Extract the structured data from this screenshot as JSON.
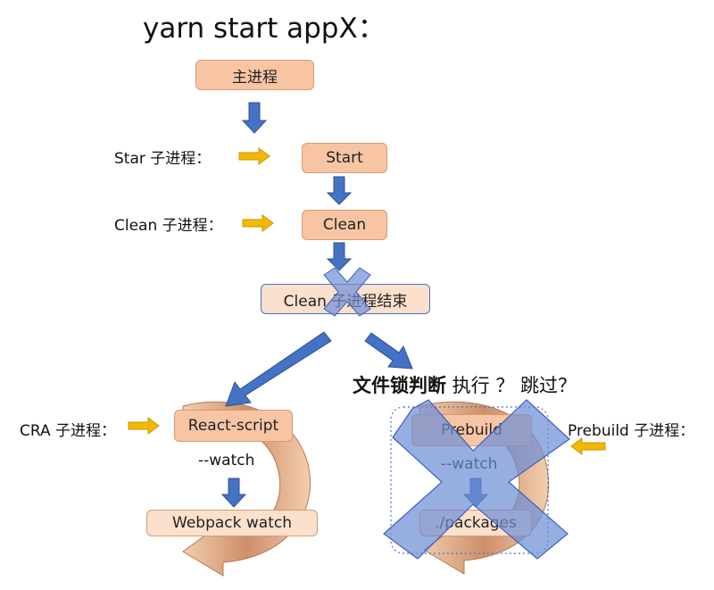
{
  "title": "yarn start appX：",
  "nodes": {
    "main": "主进程",
    "start": "Start",
    "clean": "Clean",
    "clean_end": "Clean 子进程结束",
    "react_script": "React-script",
    "webpack_watch": "Webpack watch",
    "prebuild": "Prebuild",
    "packages": "./packages"
  },
  "labels": {
    "star_sub": "Star 子进程：",
    "clean_sub": "Clean 子进程：",
    "cra_sub": "CRA 子进程：",
    "prebuild_sub": "Prebuild 子进程：",
    "watch_left": "--watch",
    "watch_right": "--watch"
  },
  "question": {
    "bold_part": "文件锁判断",
    "rest": " 执行 ？ 跳过？"
  },
  "colors": {
    "node_fill": "#f7c5a3",
    "node_border": "#d99a72",
    "arrow_blue": "#4472c4",
    "arrow_yellow": "#f5b800",
    "cross_blue": "#6f8fd6",
    "curve_orange": "#c8845a"
  }
}
